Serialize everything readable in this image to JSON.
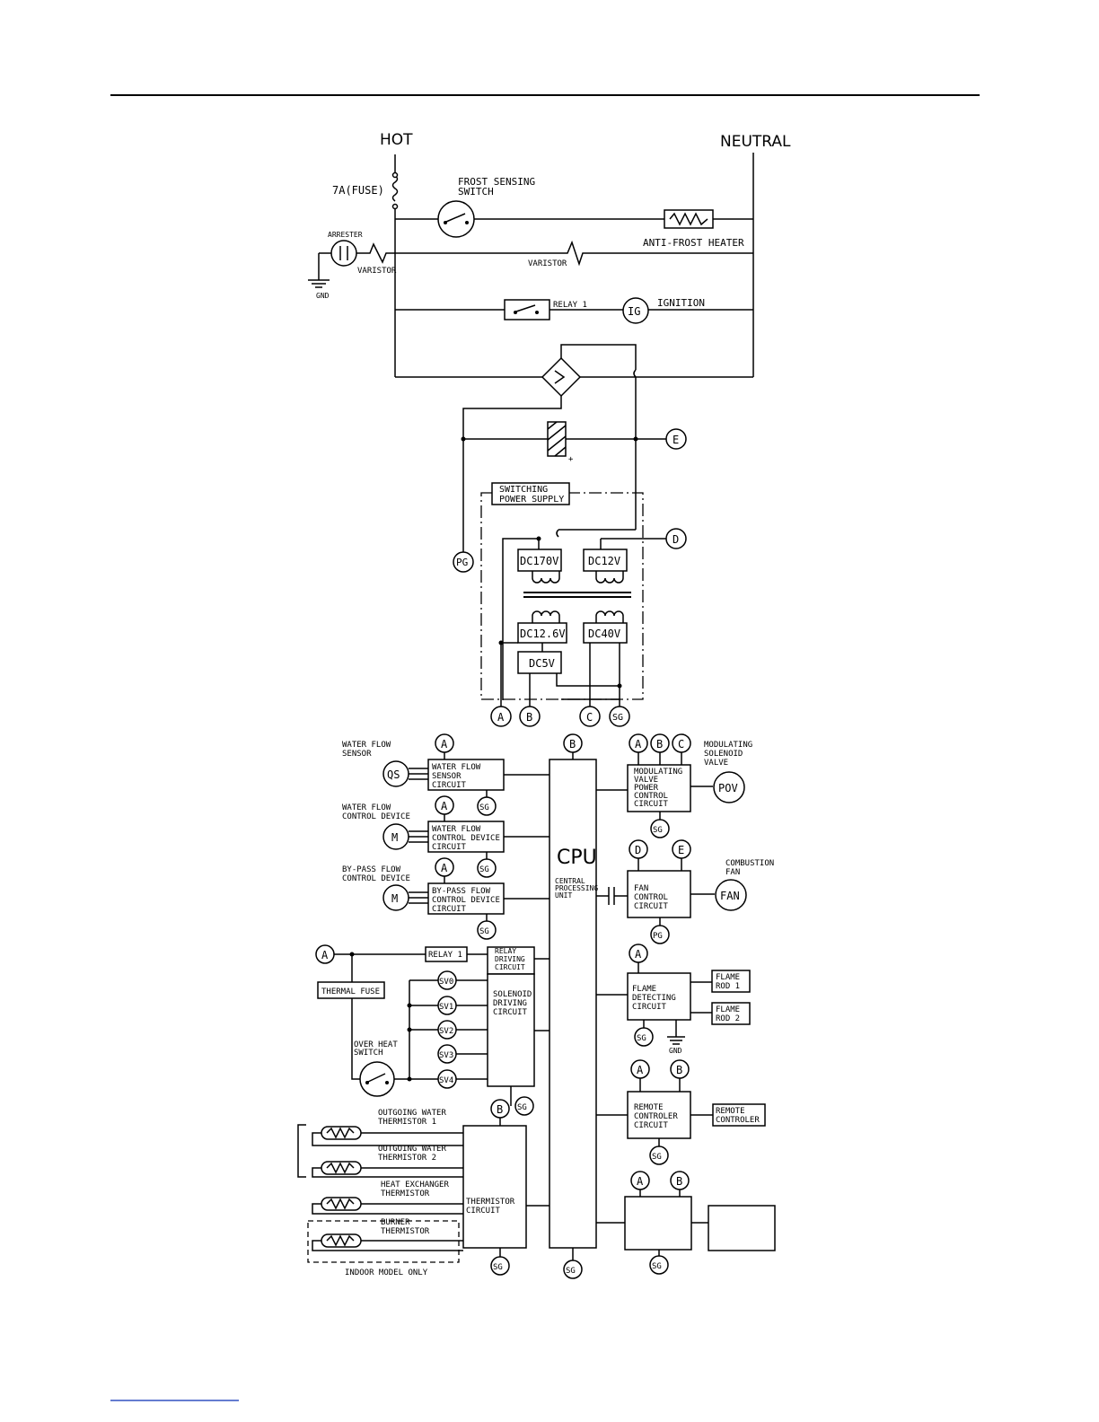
{
  "labels": {
    "hot": "HOT",
    "neutral": "NEUTRAL",
    "fuse": "7A(FUSE)",
    "frost1": "FROST SENSING",
    "frost2": "SWITCH",
    "anti_frost": "ANTI-FROST HEATER",
    "arrester": "ARRESTER",
    "varistor": "VARISTOR",
    "gnd": "GND",
    "relay1": "RELAY 1",
    "ig": "IG",
    "ignition": "IGNITION",
    "sps1": "SWITCHING",
    "sps2": "POWER SUPPLY",
    "dc170": "DC170V",
    "dc12": "DC12V",
    "dc126": "DC12.6V",
    "dc40": "DC40V",
    "dc5": "DC5V",
    "pg": "PG",
    "a": "A",
    "b": "B",
    "c": "C",
    "d": "D",
    "e": "E",
    "sg": "SG",
    "wfs1": "WATER FLOW",
    "wfs2": "SENSOR",
    "qs": "QS",
    "wfsc1": "WATER FLOW",
    "wfsc2": "SENSOR",
    "wfsc3": "CIRCUIT",
    "wfcd1": "WATER FLOW",
    "wfcd2": "CONTROL DEVICE",
    "m": "M",
    "wfcdc1": "WATER FLOW",
    "wfcdc2": "CONTROL DEVICE",
    "wfcdc3": "CIRCUIT",
    "bp1": "BY-PASS FLOW",
    "bp2": "CONTROL DEVICE",
    "bpc1": "BY-PASS FLOW",
    "bpc2": "CONTROL DEVICE",
    "bpc3": "CIRCUIT",
    "cpu": "CPU",
    "cpu_s1": "CENTRAL",
    "cpu_s2": "PROCESSING",
    "cpu_s3": "UNIT",
    "msv1": "MODULATING",
    "msv2": "SOLENOID",
    "msv3": "VALVE",
    "mvp1": "MODULATING",
    "mvp2": "VALVE",
    "mvp3": "POWER",
    "mvp4": "CONTROL",
    "mvp5": "CIRCUIT",
    "pov": "POV",
    "cf1": "COMBUSTION",
    "cf2": "FAN",
    "fan": "FAN",
    "fcc1": "FAN",
    "fcc2": "CONTROL",
    "fcc3": "CIRCUIT",
    "rdc1": "RELAY",
    "rdc2": "DRIVING",
    "rdc3": "CIRCUIT",
    "thermal_fuse": "THERMAL FUSE",
    "sv0": "SV0",
    "sv1": "SV1",
    "sv2": "SV2",
    "sv3": "SV3",
    "sv4": "SV4",
    "sdc1": "SOLENOID",
    "sdc2": "DRIVING",
    "sdc3": "CIRCUIT",
    "ohs1": "OVER HEAT",
    "ohs2": "SWITCH",
    "fdc1": "FLAME",
    "fdc2": "DETECTING",
    "fdc3": "CIRCUIT",
    "fr1a": "FLAME",
    "fr1b": "ROD 1",
    "fr2a": "FLAME",
    "fr2b": "ROD 2",
    "rcc1": "REMOTE",
    "rcc2": "CONTROLER",
    "rcc3": "CIRCUIT",
    "rc1": "REMOTE",
    "rc2": "CONTROLER",
    "ow1a": "OUTGOING WATER",
    "ow1b": "THERMISTOR 1",
    "ow2a": "OUTGOING WATER",
    "ow2b": "THERMISTOR 2",
    "he1": "HEAT EXCHANGER",
    "he2": "THERMISTOR",
    "bt1": "BURNER",
    "bt2": "THERMISTOR",
    "tc1": "THERMISTOR",
    "tc2": "CIRCUIT",
    "indoor": "INDOOR MODEL ONLY",
    "plus": "+"
  }
}
